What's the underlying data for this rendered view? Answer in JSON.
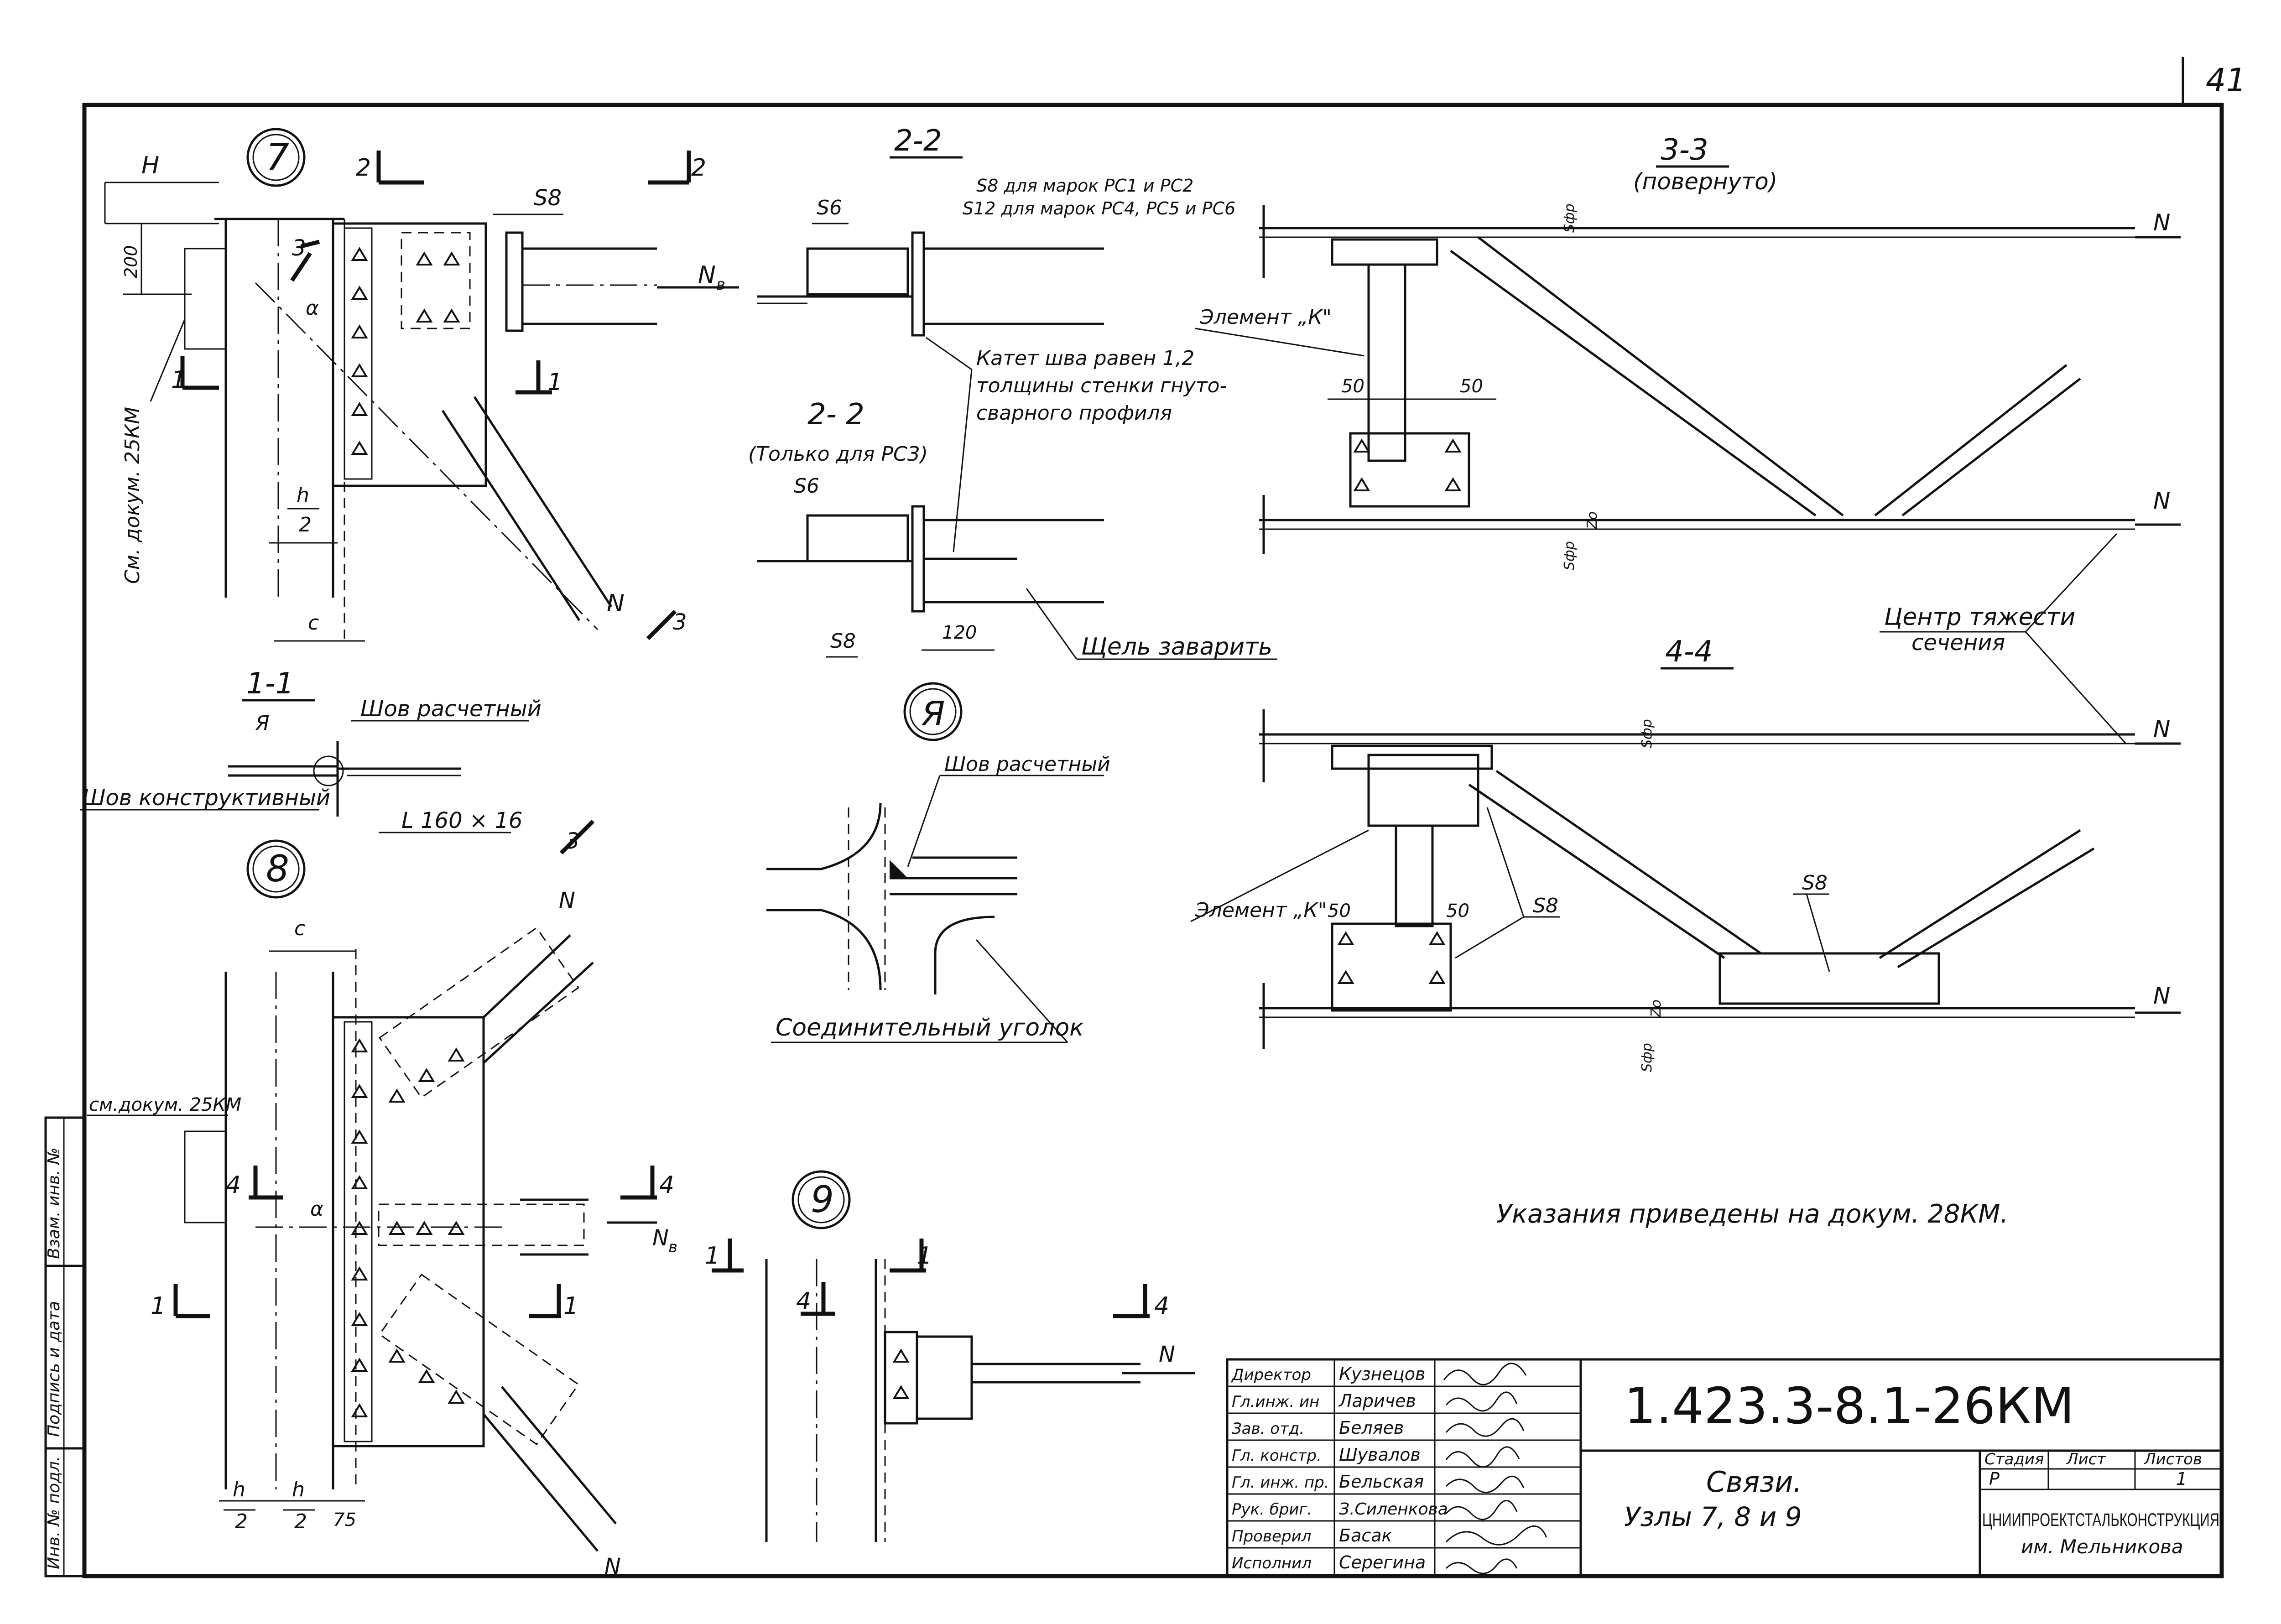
{
  "sheet": {
    "page_number": "41"
  },
  "labels": {
    "node7": "7",
    "node8": "8",
    "node9": "9",
    "nodeA": "Я",
    "H": "Н",
    "dim200": "200",
    "ref25km_rot": "См. докум. 25КМ",
    "ref25km": "см.докум. 25КМ",
    "s8": "S8",
    "s6": "S6",
    "Nb": "N",
    "Nb_sub": "в",
    "N": "N",
    "cut1": "1",
    "cut2": "2",
    "cut3": "3",
    "cut4": "4",
    "h": "h",
    "two": "2",
    "c": "c",
    "dim75": "75",
    "alpha": "α",
    "sec22": "2-2",
    "sec22_note1": "S8 для марок РС1 и РС2",
    "sec22_note2": "S12 для марок РС4, РС5 и РС6",
    "sec22b": "2- 2",
    "sec22b_sub": "(Только для РС3)",
    "weld_note1": "Катет шва равен 1,2",
    "weld_note2": "толщины стенки гнуто-",
    "weld_note3": "сварного профиля",
    "dim120": "120",
    "weld_plug": "Щель заварить",
    "sec11": "1-1",
    "weld_calc": "Шов расчетный",
    "weld_constr": "Шов конструктивный",
    "angle": "L 160 × 16",
    "A_weld": "Шов расчетный",
    "conn_angle": "Соединительный уголок",
    "sec33": "3-3",
    "sec33_sub": "(повернуто)",
    "elemK1": "Элемент „К\"",
    "elemK2": "Элемент „К\"",
    "dim50": "50",
    "sec44": "4-4",
    "cg1": "Центр тяжести",
    "cg2": "сечения",
    "sfp": "Sфр",
    "zo": "Zo",
    "instructions": "Указания     приведены   на докум. 28КМ."
  },
  "side_stamp": {
    "c1": "Инв. № подл.",
    "c2": "Подпись и дата",
    "c3": "Взам. инв. №"
  },
  "title_block": {
    "roles": [
      "Директор",
      "Гл.инж. ин",
      "Зав. отд.",
      "Гл. констр.",
      "Гл. инж. пр.",
      "Рук. бриг.",
      "Проверил",
      "Исполнил"
    ],
    "names": [
      "Кузнецов",
      "Ларичев",
      "Беляев",
      "Шувалов",
      "Бельская",
      "З.Силенкова",
      "Басак",
      "Серегина"
    ],
    "doc_code": "1.423.3-8.1-26КМ",
    "title1": "Связи.",
    "title2": "Узлы 7, 8 и 9",
    "stage_hdr": "Стадия",
    "sheet_hdr": "Лист",
    "sheets_hdr": "Листов",
    "stage": "Р",
    "sheet": "",
    "sheets": "1",
    "org1": "ЦНИИПРОЕКТСТАЛЬКОНСТРУКЦИЯ",
    "org2": "им. Мельникова"
  }
}
